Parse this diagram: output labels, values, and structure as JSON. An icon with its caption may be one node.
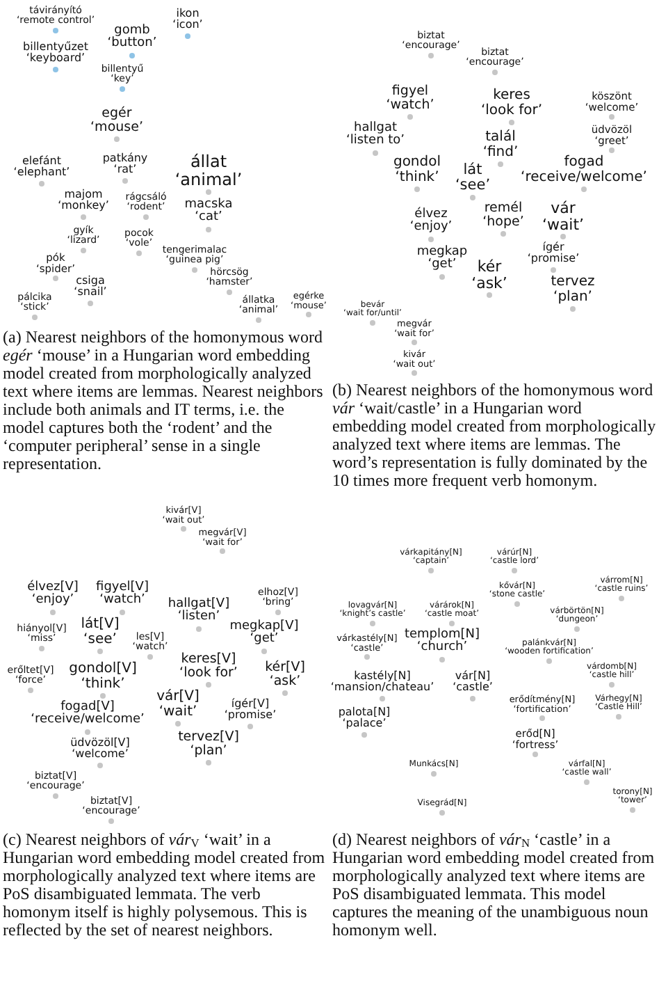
{
  "diagram": {
    "labels": [
      "távirányító",
      "‘remote control’",
      "ikon",
      "‘icon’",
      "billentyűzet",
      "‘keyboard’",
      "gomb",
      "‘button’",
      "billentyű",
      "‘key’",
      "egér",
      "‘mouse’",
      "elefánt",
      "‘elephant’",
      "patkány",
      "‘rat’",
      "állat",
      "‘animal’",
      "majom",
      "‘monkey’",
      "rágcsáló",
      "‘rodent’",
      "macska",
      "‘cat’",
      "gyík",
      "‘lizard’",
      "pocok",
      "‘vole’",
      "pók",
      "‘spider’",
      "tengerimalac",
      "‘guinea pig’",
      "csiga",
      "‘snail’",
      "hörcsög",
      "‘hamster’",
      "pálcika",
      "‘stick’",
      "állatka",
      "‘animal’",
      "egérke",
      "‘mouse’",
      "(a) Nearest neighbors of the homonymous word *egér* ‘mouse’ in a Hungarian word embedding model created from morphologically analyzed text where items are lemmas. Nearest neighbors include both animals and IT terms, i.e. the model captures both the ‘rodent’ and the ‘computer peripheral’ sense in a single representation.",
      "biztat",
      "‘encourage’",
      "biztat",
      "‘encourage’",
      "figyel",
      "‘watch’",
      "keres",
      "‘look for’",
      "köszönt",
      "‘welcome’",
      "hallgat",
      "‘listen to’",
      "talál",
      "‘find’",
      "üdvözöl",
      "‘greet’",
      "gondol",
      "‘think’",
      "lát",
      "‘see’",
      "fogad",
      "‘receive/welcome’",
      "élvez",
      "‘enjoy’",
      "remél",
      "‘hope’",
      "vár",
      "‘wait’",
      "megkap",
      "‘get’",
      "kér",
      "‘ask’",
      "ígér",
      "‘promise’",
      "tervez",
      "‘plan’",
      "bevár",
      "‘wait for/until’",
      "megvár",
      "‘wait for’",
      "kivár",
      "‘wait out’",
      "(b) Nearest neighbors of the homonymous word *vár* ‘wait/castle’ in a Hungarian word embedding model created from morphologically analyzed text where items are lemmas. The word’s representation is fully dominated by the 10 times more frequent verb homonym.",
      "kivár[V]",
      "‘wait out’",
      "megvár[V]",
      "‘wait for’",
      "élvez[V]",
      "‘enjoy’",
      "figyel[V]",
      "‘watch’",
      "hallgat[V]",
      "‘listen’",
      "elhoz[V]",
      "‘bring’",
      "hiányol[V]",
      "‘miss’",
      "lát[V]",
      "‘see’",
      "les[V]",
      "‘watch’",
      "megkap[V]",
      "‘get’",
      "erőltet[V]",
      "‘force’",
      "gondol[V]",
      "‘think’",
      "keres[V]",
      "‘look for’",
      "kér[V]",
      "‘ask’",
      "fogad[V]",
      "‘receive/welcome’",
      "vár[V]",
      "‘wait’",
      "ígér[V]",
      "‘promise’",
      "üdvözöl[V]",
      "‘welcome’",
      "tervez[V]",
      "‘plan’",
      "biztat[V]",
      "‘encourage’",
      "biztat[V]",
      "‘encourage’",
      "(c) Nearest neighbors of *vár*$_{V}$ ‘wait’ in a Hungarian word embedding model created from morphologically analyzed text where items are PoS disambiguated lemmata. The verb homonym itself is highly polysemous. This is reflected by the set of nearest neighbors.",
      "várkapitány[N]",
      "‘captain’",
      "várúr[N]",
      "‘castle lord’",
      "kővár[N]",
      "‘stone castle’",
      "várrom[N]",
      "‘castle ruins’",
      "lovagvár[N]",
      "‘knight’s castle’",
      "várárok[N]",
      "‘castle moat’",
      "várbörtön[N]",
      "‘dungeon’",
      "várkastély[N]",
      "‘castle’",
      "templom[N]",
      "‘church’",
      "palánkvár[N]",
      "‘wooden fortification’",
      "kastély[N]",
      "‘mansion/chateau’",
      "vár[N]",
      "‘castle’",
      "várdomb[N]",
      "‘castle hill’",
      "palota[N]",
      "‘palace’",
      "erődítmény[N]",
      "‘fortification’",
      "Várhegy[N]",
      "‘Castle Hill’",
      "erőd[N]",
      "‘fortress’",
      "Munkács[N]",
      "várfal[N]",
      "‘castle wall’",
      "Visegrád[N]",
      "torony[N]",
      "‘tower’",
      "(d) Nearest neighbors of *vár*$_{N}$ ‘castle’ in a Hungarian word embedding model created from morphologically analyzed text where items are PoS disambiguated lemmata. This model captures the meaning of the unambiguous noun homonym well."
    ]
  }
}
